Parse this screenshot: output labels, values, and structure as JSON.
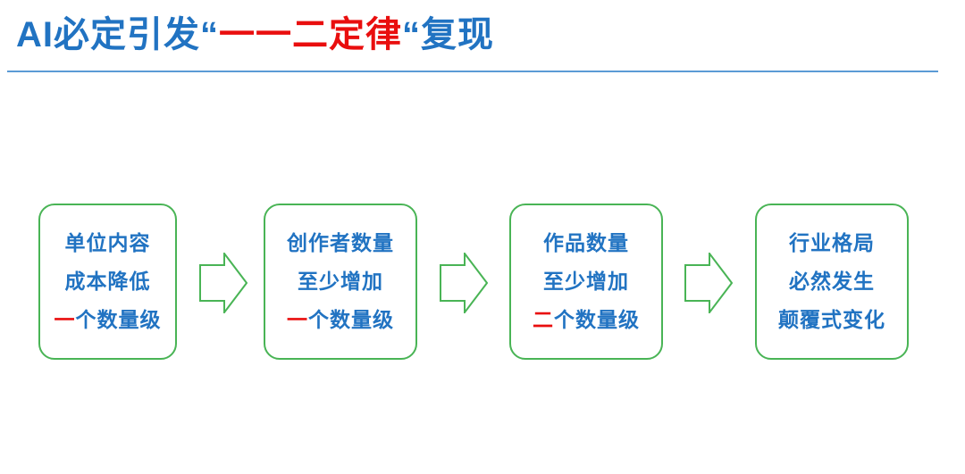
{
  "title": {
    "prefix": "AI必定引发",
    "open_quote": "“",
    "highlight": "一一二定律",
    "close_quote": "“",
    "suffix": "复现"
  },
  "boxes": [
    {
      "name": "step-1",
      "lines": [
        {
          "red": "",
          "text": "单位内容"
        },
        {
          "red": "",
          "text": "成本降低"
        },
        {
          "red": "一",
          "text": "个数量级"
        }
      ]
    },
    {
      "name": "step-2",
      "lines": [
        {
          "red": "",
          "text": "创作者数量"
        },
        {
          "red": "",
          "text": "至少增加"
        },
        {
          "red": "一",
          "text": "个数量级"
        }
      ]
    },
    {
      "name": "step-3",
      "lines": [
        {
          "red": "",
          "text": "作品数量"
        },
        {
          "red": "",
          "text": "至少增加"
        },
        {
          "red": "二",
          "text": "个数量级"
        }
      ]
    },
    {
      "name": "step-4",
      "lines": [
        {
          "red": "",
          "text": "行业格局"
        },
        {
          "red": "",
          "text": "必然发生"
        },
        {
          "red": "",
          "text": "颠覆式变化"
        }
      ]
    }
  ],
  "icons": {
    "arrow": "right-block-arrow"
  },
  "colors": {
    "title_blue": "#2173c2",
    "text_blue": "#2173c2",
    "highlight_red": "#e90e0e",
    "box_green": "#49b455",
    "divider_blue": "#5b9bd5",
    "background": "#ffffff"
  }
}
